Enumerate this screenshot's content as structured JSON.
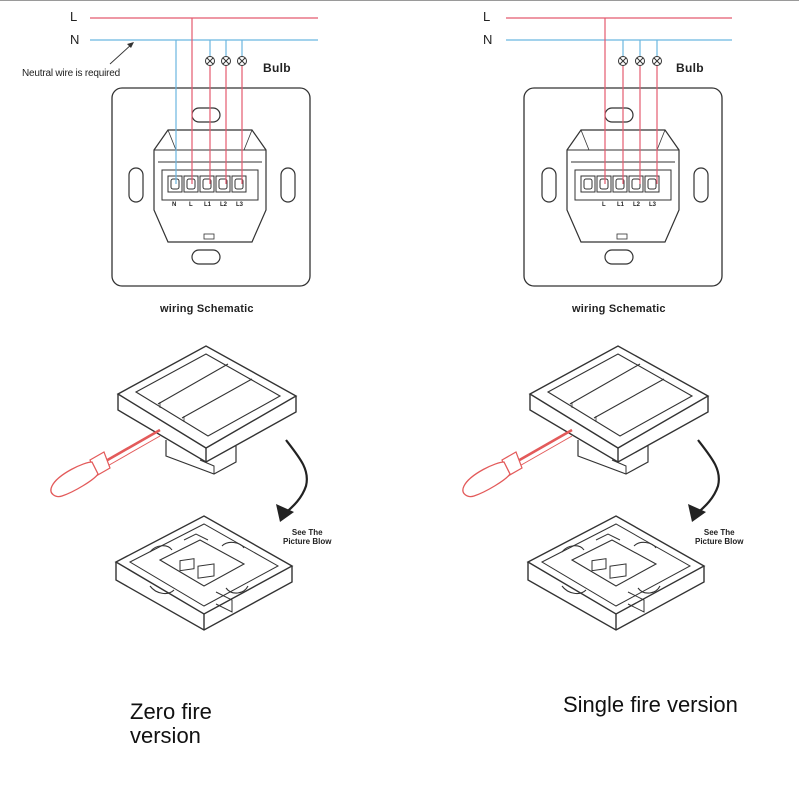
{
  "left_panel": {
    "line_label": "L",
    "neutral_label": "N",
    "note": "Neutral wire is required",
    "bulb_label": "Bulb",
    "terminals": [
      "N",
      "L",
      "L1",
      "L2",
      "L3"
    ],
    "schematic_caption": "wiring Schematic",
    "see_picture": [
      "See The",
      "Picture Blow"
    ],
    "version_label": [
      "Zero fire",
      "version"
    ]
  },
  "right_panel": {
    "line_label": "L",
    "neutral_label": "N",
    "bulb_label": "Bulb",
    "terminals": [
      "L",
      "L1",
      "L2",
      "L3"
    ],
    "schematic_caption": "wiring Schematic",
    "see_picture": [
      "See The",
      "Picture Blow"
    ],
    "version_label": "Single fire version"
  },
  "colors": {
    "live_wire": "#e45b6f",
    "neutral_wire": "#6bb6e0",
    "outline": "#333333",
    "screwdriver": "#e35a5a"
  }
}
